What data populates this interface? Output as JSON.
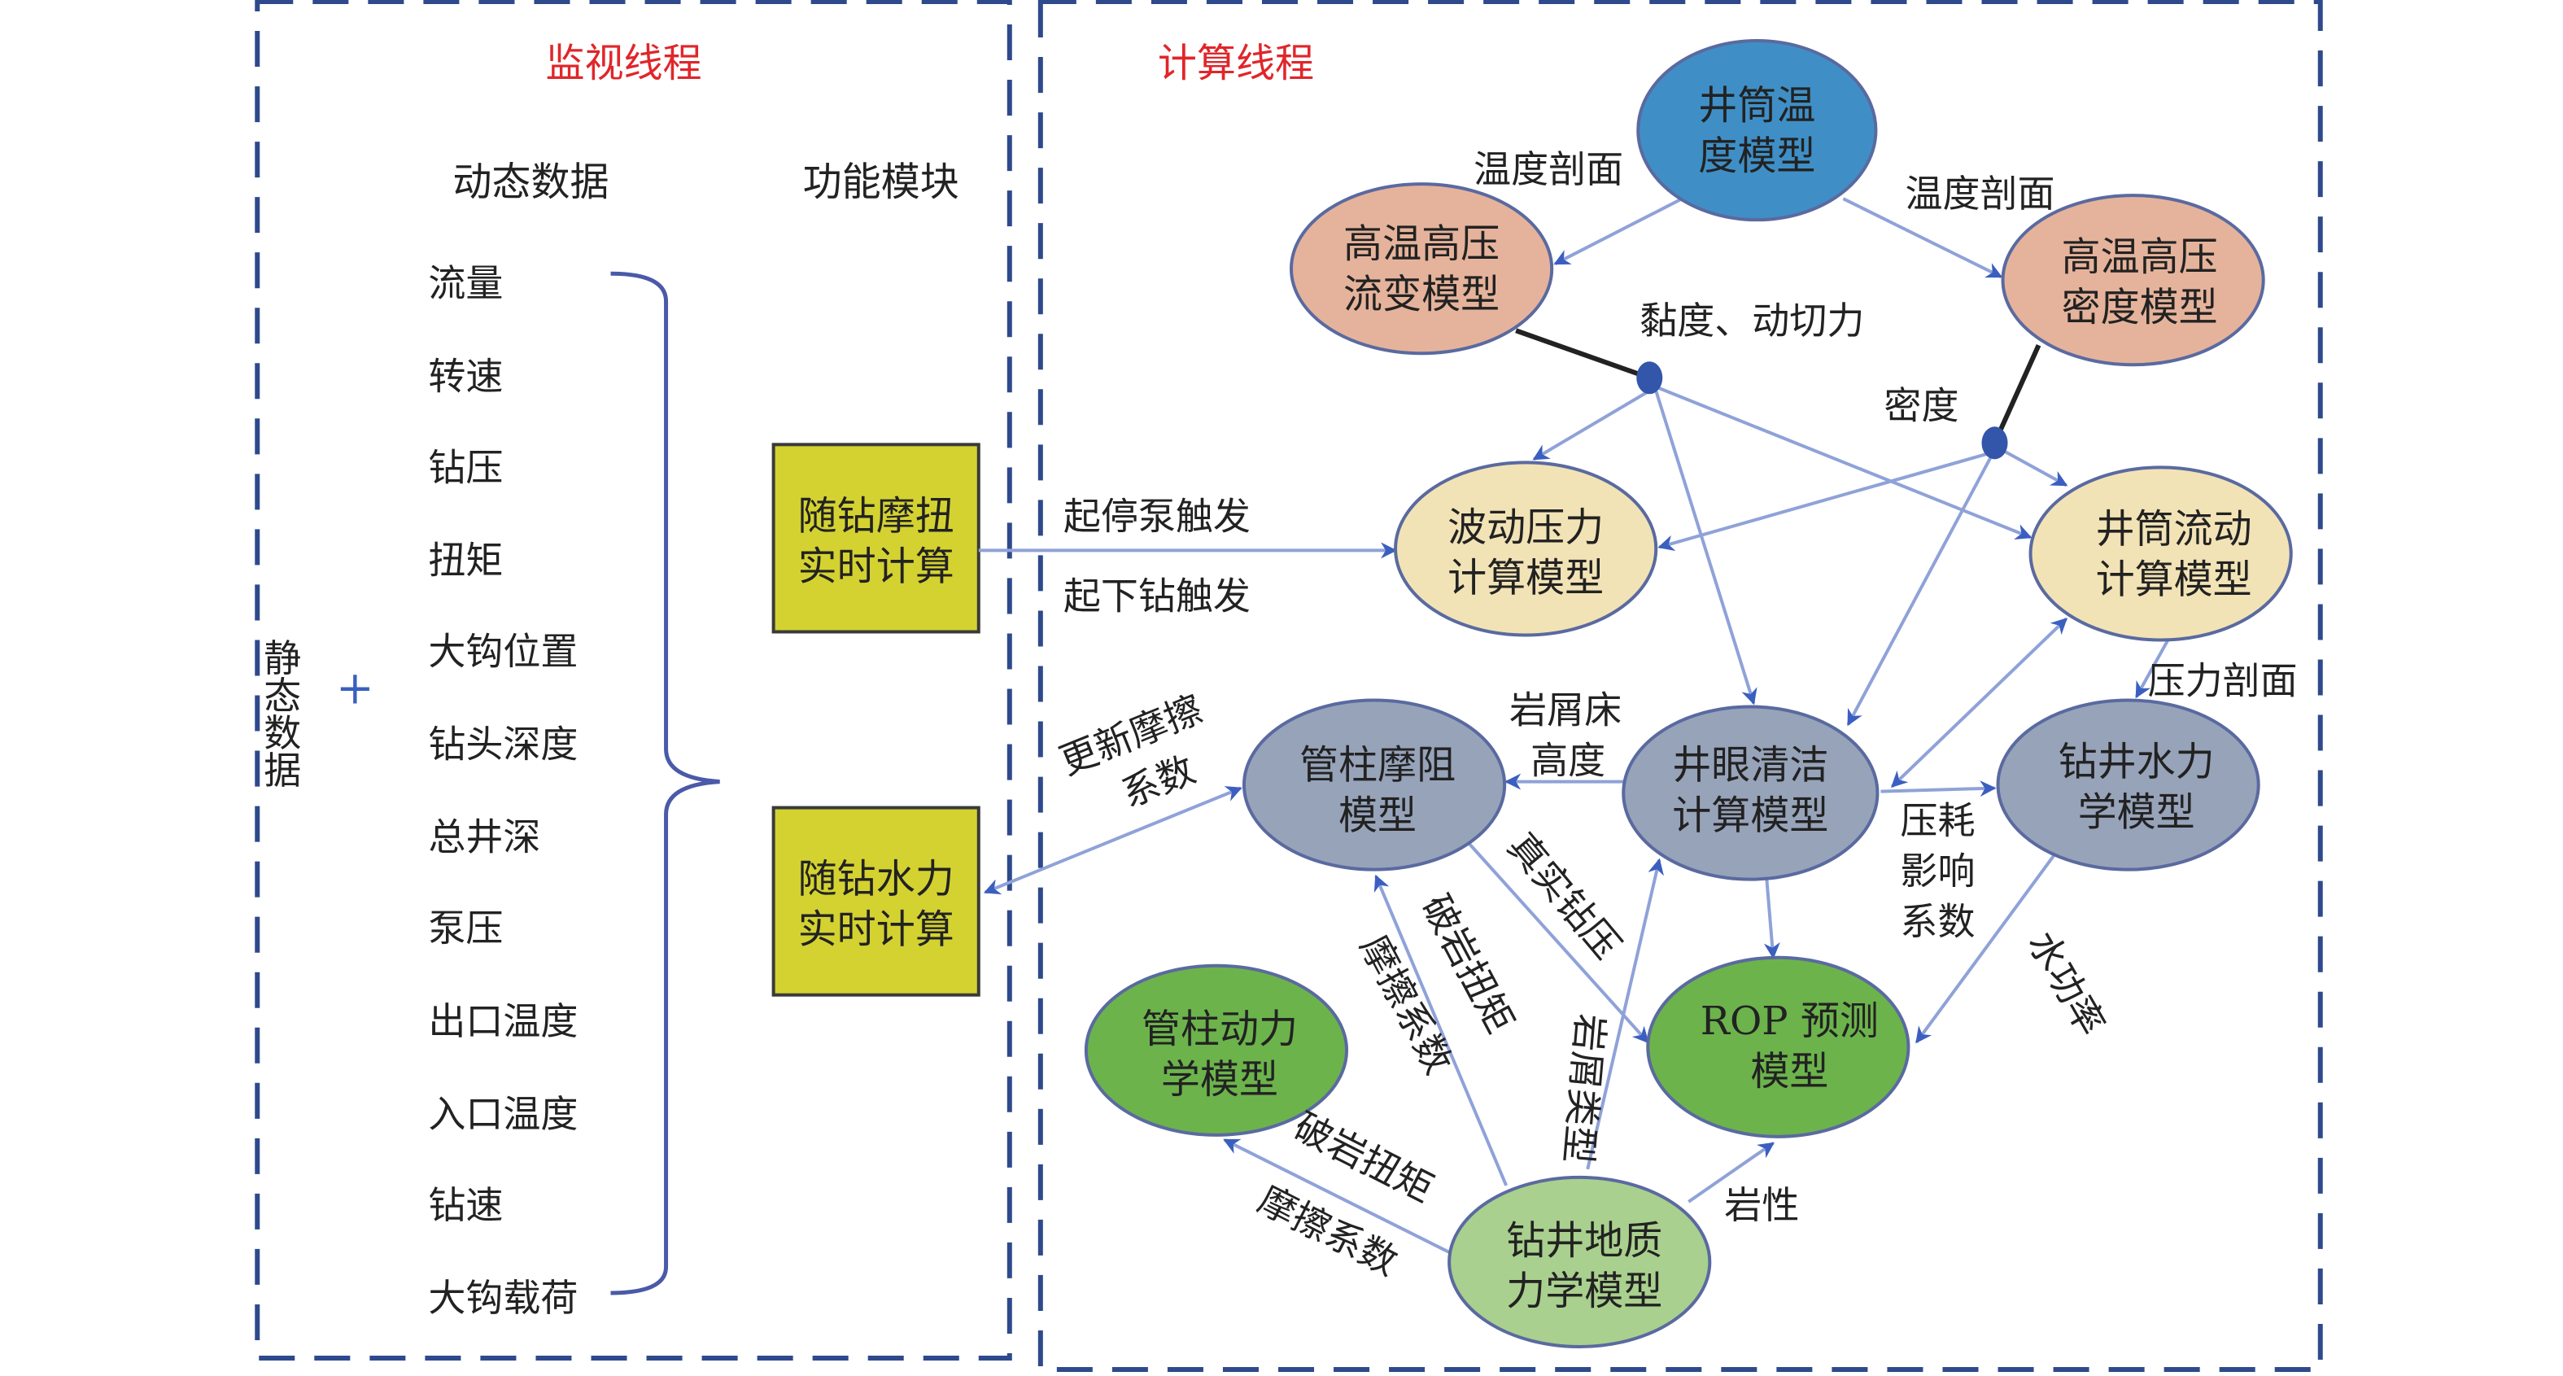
{
  "monitor": {
    "title": "监视线程",
    "dynamic_header": "动态数据",
    "function_header": "功能模块",
    "static_label": "静态数据",
    "plus": "+",
    "items": [
      "流量",
      "转速",
      "钻压",
      "扭矩",
      "大钩位置",
      "钻头深度",
      "总井深",
      "泵压",
      "出口温度",
      "入口温度",
      "钻速",
      "大钩载荷"
    ],
    "modules": [
      {
        "line1": "随钻摩扭",
        "line2": "实时计算"
      },
      {
        "line1": "随钻水力",
        "line2": "实时计算"
      }
    ]
  },
  "compute": {
    "title": "计算线程",
    "nodes": {
      "temp": {
        "line1": "井筒温",
        "line2": "度模型"
      },
      "rheo": {
        "line1": "高温高压",
        "line2": "流变模型"
      },
      "dens": {
        "line1": "高温高压",
        "line2": "密度模型"
      },
      "surge": {
        "line1": "波动压力",
        "line2": "计算模型"
      },
      "flow": {
        "line1": "井筒流动",
        "line2": "计算模型"
      },
      "drag": {
        "line1": "管柱摩阻",
        "line2": "模型"
      },
      "clean": {
        "line1": "井眼清洁",
        "line2": "计算模型"
      },
      "hyd": {
        "line1": "钻井水力",
        "line2": "学模型"
      },
      "dyn": {
        "line1": "管柱动力",
        "line2": "学模型"
      },
      "rop": {
        "line1": "ROP 预测",
        "line2": "模型"
      },
      "geo": {
        "line1": "钻井地质",
        "line2": "力学模型"
      }
    },
    "labels": {
      "temp_profile_left": "温度剖面",
      "temp_profile_right": "温度剖面",
      "viscosity": "黏度、动切力",
      "density": "密度",
      "pump_trigger": "起停泵触发",
      "trip_trigger": "起下钻触发",
      "pressure_profile": "压力剖面",
      "update_friction_1": "更新摩擦",
      "update_friction_2": "系数",
      "cuttings_bed_1": "岩屑床",
      "cuttings_bed_2": "高度",
      "pressure_loss_1": "压耗",
      "pressure_loss_2": "影响",
      "pressure_loss_3": "系数",
      "real_wob": "真实钻压",
      "hydraulic_power": "水功率",
      "rock_torque_a": "破岩扭矩",
      "friction_coef_a": "摩擦系数",
      "cuttings_type": "岩屑类型",
      "rock_torque_b": "破岩扭矩",
      "friction_coef_b": "摩擦系数",
      "lithology": "岩性"
    }
  },
  "colors": {
    "frame": "#2e4a8c",
    "title_red": "#e0262a",
    "module_box": "#d4d231",
    "temp": "#3f8fc6",
    "orange": "#e5b39b",
    "cream": "#f2e3b6",
    "gray": "#97a3b9",
    "green": "#6cb34c",
    "light_green": "#a9d08e",
    "edge": "#8fa2d8",
    "arrow": "#3b5fc0"
  }
}
